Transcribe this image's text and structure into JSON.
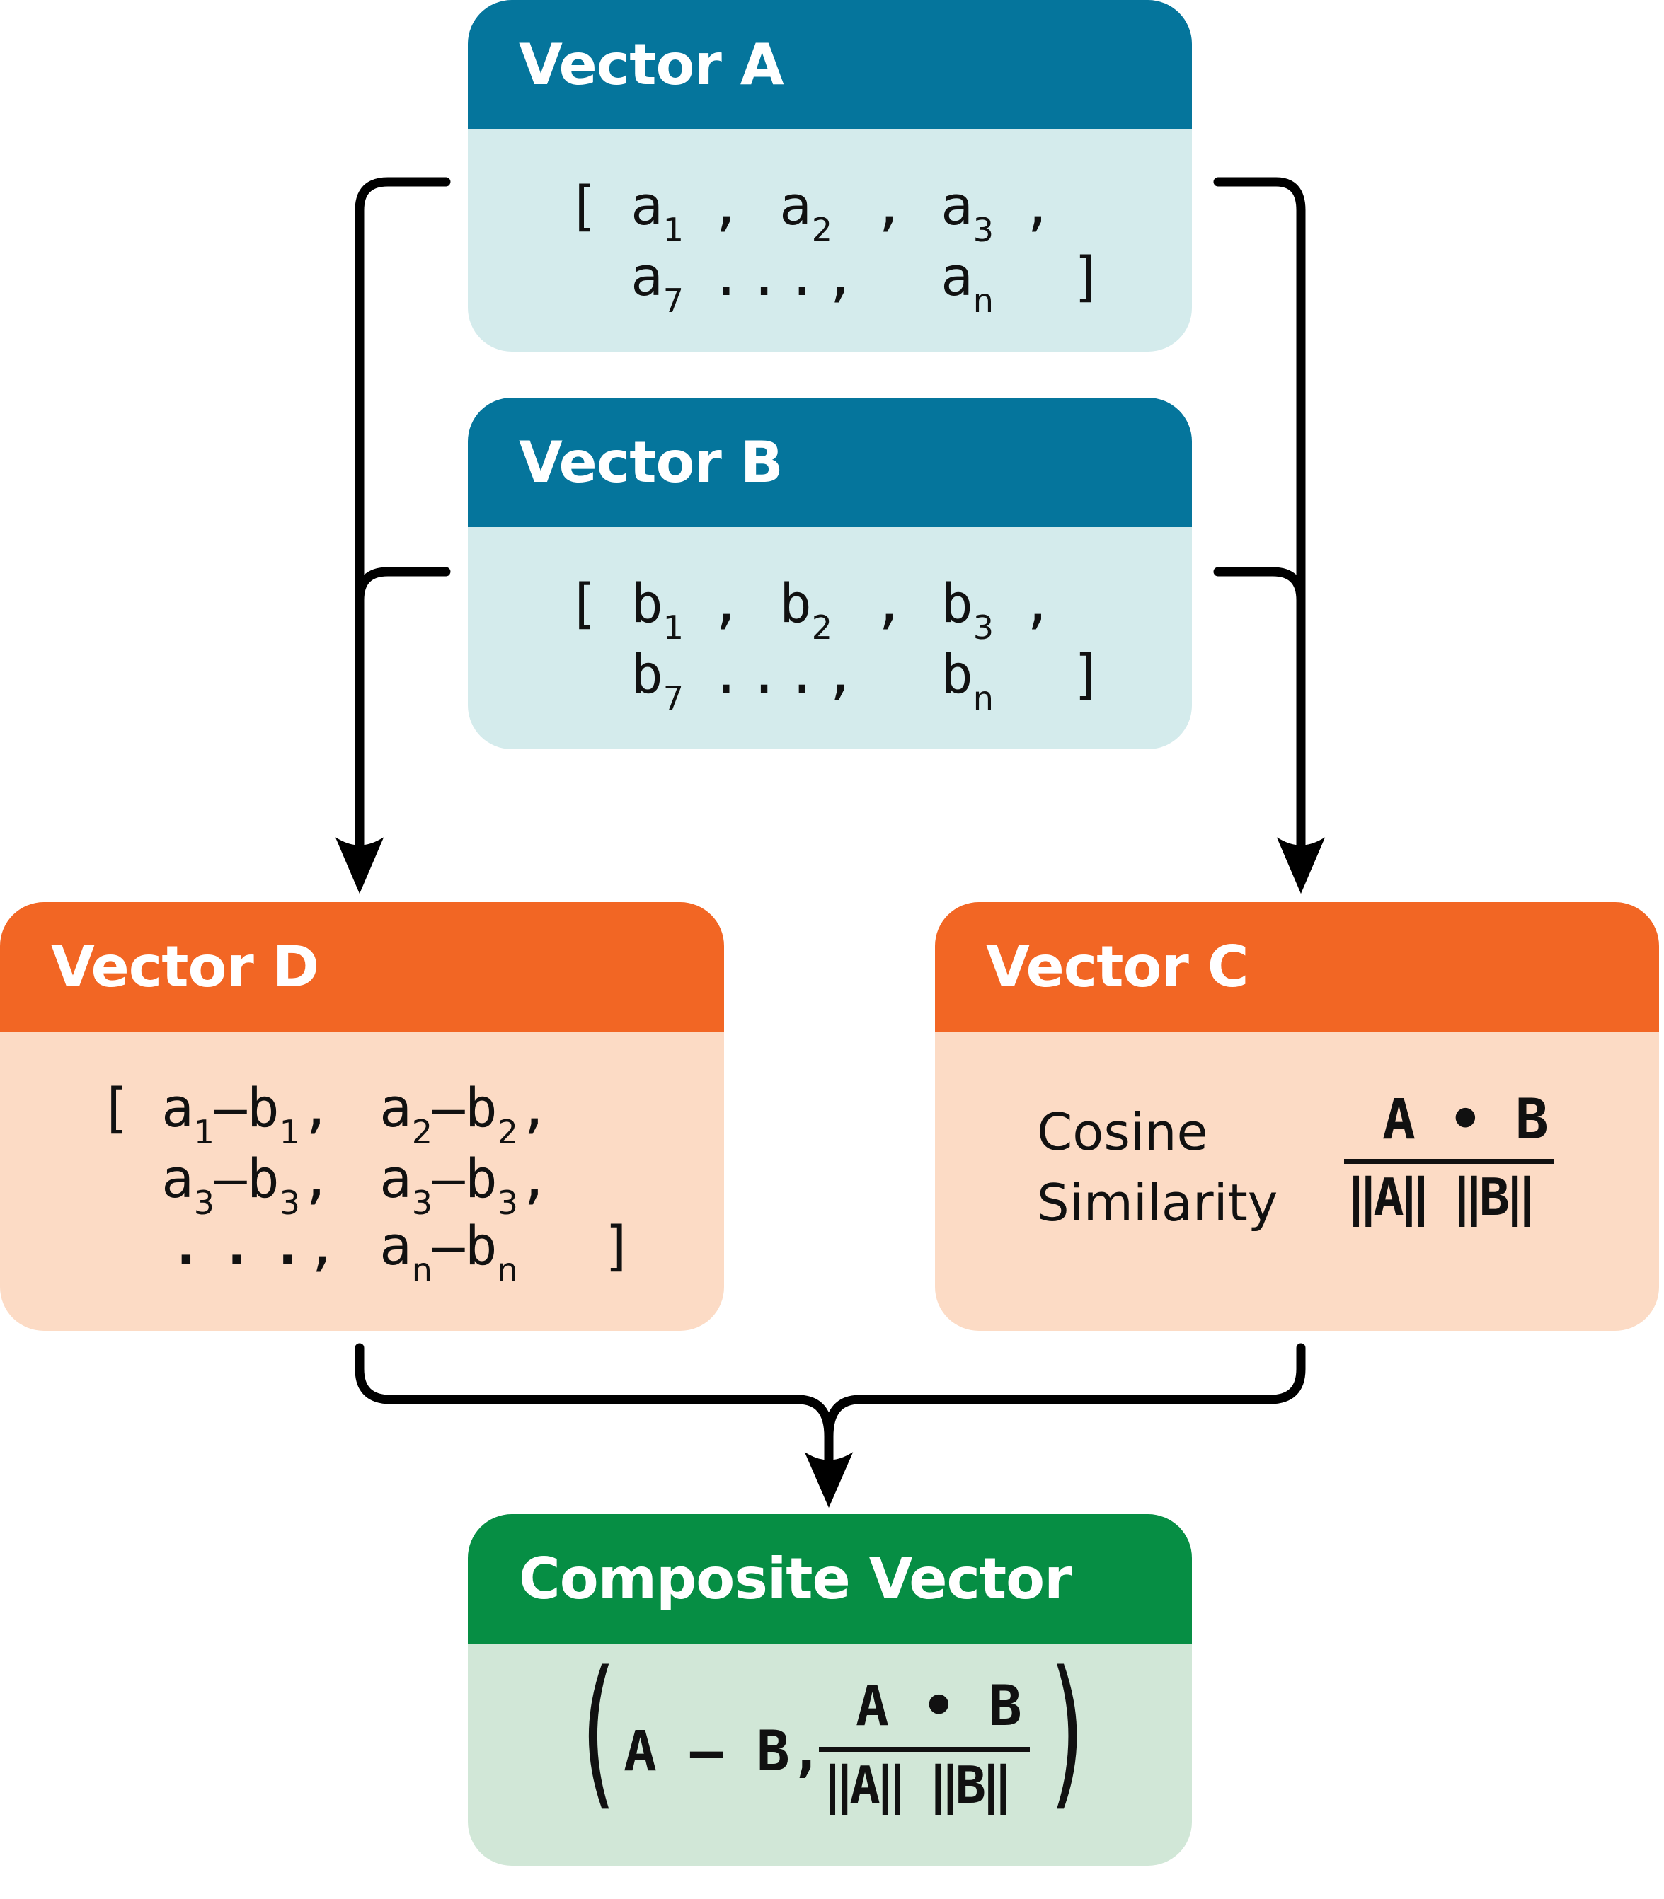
{
  "vector_a": {
    "title": "Vector A",
    "open_bracket": "[",
    "close_bracket": "]",
    "row1": [
      {
        "v": "a",
        "s": "1"
      },
      {
        "v": "a",
        "s": "2"
      },
      {
        "v": "a",
        "s": "3"
      }
    ],
    "row2": [
      {
        "v": "a",
        "s": "7"
      },
      {
        "v": "a",
        "s": "n"
      }
    ],
    "comma": ",",
    "ellipsis": "...,"
  },
  "vector_b": {
    "title": "Vector B",
    "open_bracket": "[",
    "close_bracket": "]",
    "row1": [
      {
        "v": "b",
        "s": "1"
      },
      {
        "v": "b",
        "s": "2"
      },
      {
        "v": "b",
        "s": "3"
      }
    ],
    "row2": [
      {
        "v": "b",
        "s": "7"
      },
      {
        "v": "b",
        "s": "n"
      }
    ],
    "comma": ",",
    "ellipsis": "...,"
  },
  "vector_d": {
    "title": "Vector D",
    "open_bracket": "[",
    "close_bracket": "]",
    "row1": [
      {
        "a": "a",
        "as": "1",
        "b": "b",
        "bs": "1"
      },
      {
        "a": "a",
        "as": "2",
        "b": "b",
        "bs": "2"
      }
    ],
    "row2": [
      {
        "a": "a",
        "as": "3",
        "b": "b",
        "bs": "3"
      },
      {
        "a": "a",
        "as": "3",
        "b": "b",
        "bs": "3"
      }
    ],
    "row3_ellipsis": "...",
    "row3_term": {
      "a": "a",
      "as": "n",
      "b": "b",
      "bs": "n"
    },
    "minus": "–",
    "comma": ","
  },
  "vector_c": {
    "title": "Vector C",
    "label_line1": "Cosine",
    "label_line2": "Similarity",
    "numerator": "A • B",
    "denominator": "‖A‖ ‖B‖"
  },
  "composite": {
    "title": "Composite Vector",
    "left_paren": "(",
    "right_paren": ")",
    "difference": "A – B,",
    "numerator": "A • B",
    "denominator": "‖A‖ ‖B‖"
  },
  "colors": {
    "header_blue": "#05759c",
    "body_blue": "#d4ebec",
    "header_orange": "#f26624",
    "body_orange": "#fcdbc5",
    "header_green": "#068e44",
    "body_green": "#d1e7d7",
    "connector": "#000000"
  }
}
